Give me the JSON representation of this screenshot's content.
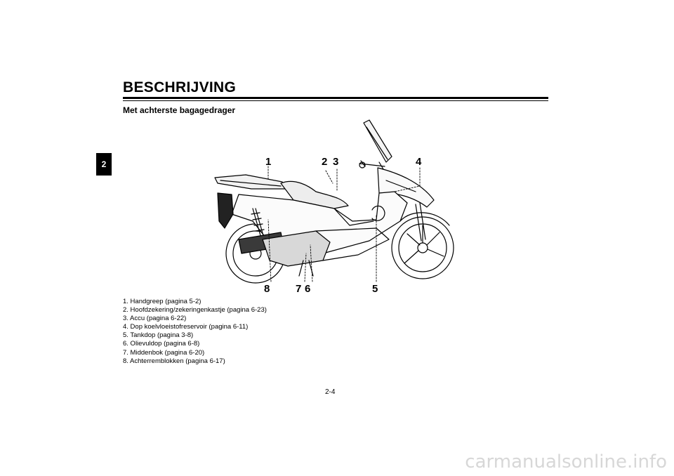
{
  "header": {
    "title": "BESCHRIJVING",
    "subtitle": "Met achterste bagagedrager"
  },
  "chapter_tab": "2",
  "figure": {
    "callouts": {
      "c1": "1",
      "c2": "2",
      "c3": "3",
      "c4": "4",
      "c5": "5",
      "c6": "6",
      "c7": "7",
      "c8": "8"
    }
  },
  "legend": {
    "items": [
      "1. Handgreep (pagina 5-2)",
      "2. Hoofdzekering/zekeringenkastje (pagina 6-23)",
      "3. Accu (pagina 6-22)",
      "4. Dop koelvloeistofreservoir (pagina 6-11)",
      "5. Tankdop (pagina 3-8)",
      "6. Olievuldop (pagina 6-8)",
      "7. Middenbok (pagina 6-20)",
      "8. Achterremblokken (pagina 6-17)"
    ]
  },
  "footer": {
    "page_number": "2-4",
    "watermark": "carmanualsonline.info"
  }
}
